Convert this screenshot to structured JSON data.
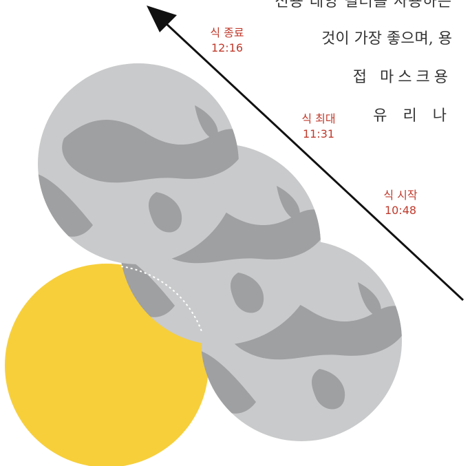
{
  "text_lines": [
    "전용 태양 필터를 사용하는",
    "것이 가장 좋으며, 용",
    "접 마스크용",
    "유 리 나"
  ],
  "labels": {
    "end": {
      "title": "식 종료",
      "time": "12:16"
    },
    "max": {
      "title": "식 최대",
      "time": "11:31"
    },
    "start": {
      "title": "식 시작",
      "time": "10:48"
    }
  },
  "colors": {
    "moon": "#c9cacb",
    "moon_dark": "#9fa0a1",
    "sun": "#f7cf3a",
    "label": "#c0392b",
    "arrow": "#111111"
  }
}
